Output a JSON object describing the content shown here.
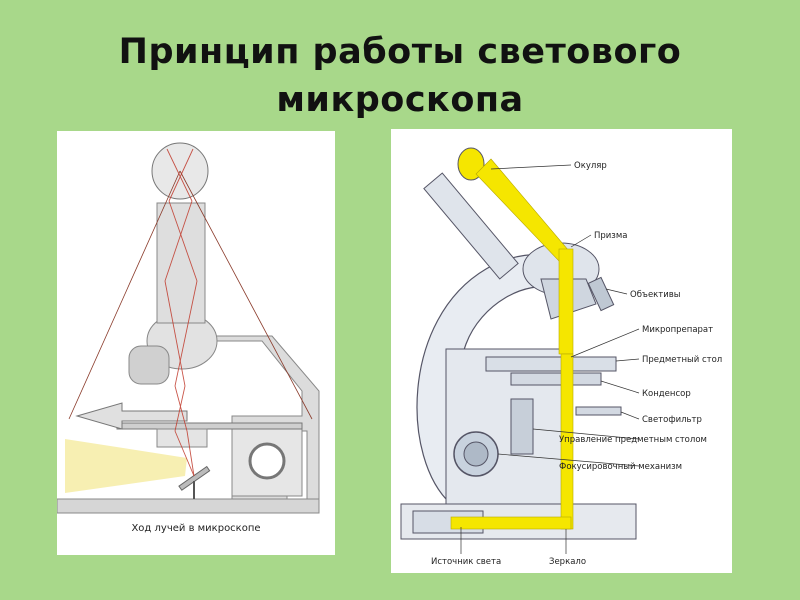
{
  "slide": {
    "title_line1": "Принцип работы светового",
    "title_line2": "микроскопа"
  },
  "left_figure": {
    "caption": "Ход лучей в микроскопе"
  },
  "right_figure": {
    "labels": {
      "eyepiece": "Окуляр",
      "prism": "Призма",
      "objectives": "Объективы",
      "specimen": "Микропрепарат",
      "stage": "Предметный стол",
      "condenser": "Конденсор",
      "filter": "Светофильтр",
      "stage_control": "Управление предметным столом",
      "focus": "Фокусировочный механизм",
      "light_source": "Источник света",
      "mirror": "Зеркало"
    }
  },
  "colors": {
    "background": "#a8d88a",
    "light_beam": "#f5e600",
    "ray_lines": "#c0392b"
  }
}
